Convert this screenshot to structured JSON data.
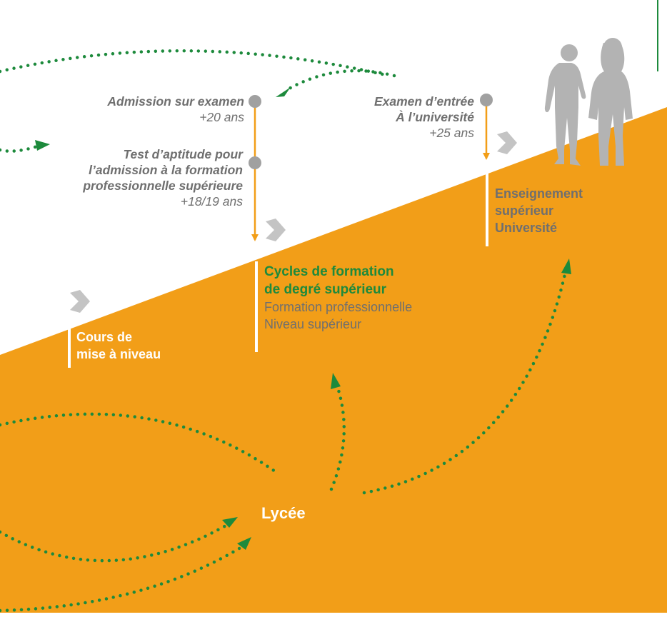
{
  "colors": {
    "orange": "#f29e18",
    "green": "#1d8a3c",
    "grey_text": "#6f6f6f",
    "marker_grey": "#a0a0a0",
    "chevron_grey": "#c4c4c4",
    "white": "#ffffff"
  },
  "admission_exam": {
    "title": "Admission sur examen",
    "age": "+20 ans"
  },
  "aptitude_test": {
    "line1": "Test d’aptitude pour",
    "line2": "l’admission à la formation",
    "line3": "professionnelle supérieure",
    "age": "+18/19 ans"
  },
  "university_exam": {
    "line1": "Examen d’entrée",
    "line2": "À l’université",
    "age": "+25 ans"
  },
  "higher_education": {
    "line1": "Enseignement",
    "line2": "supérieur",
    "line3": "Université"
  },
  "higher_cycles": {
    "title1": "Cycles de formation",
    "title2": "de degré supérieur",
    "sub1": "Formation professionnelle",
    "sub2": "Niveau supérieur"
  },
  "remedial_courses": {
    "line1": "Cours de",
    "line2": "mise à niveau"
  },
  "lycee": {
    "label": "Lycée"
  },
  "icons": {
    "people": "people-silhouette-icon",
    "marker": "circle-marker-icon",
    "chevron": "chevron-right-icon"
  }
}
